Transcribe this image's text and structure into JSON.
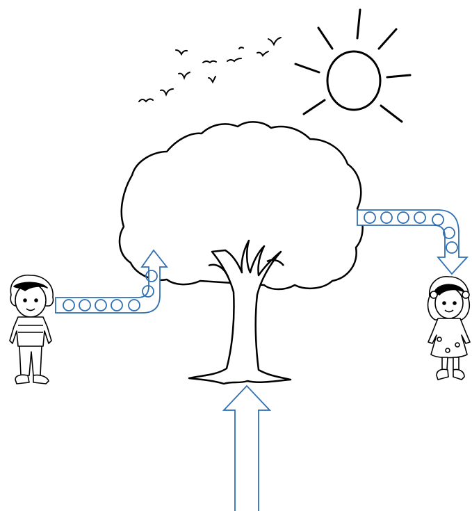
{
  "diagram": {
    "colors": {
      "line": "#000000",
      "arrow": "#2f6fb3",
      "background": "#ffffff"
    },
    "elements": {
      "sun": "sun-icon",
      "birds": "bird-flock-icon",
      "tree": "tree-icon",
      "boy": "boy-figure",
      "girl": "girl-figure",
      "left_arrow": "boy-to-tree-arrow",
      "right_arrow": "tree-to-girl-arrow",
      "bottom_arrow": "ground-to-tree-arrow"
    },
    "left_arrow_circle_count": 7,
    "right_arrow_circle_count": 7
  }
}
